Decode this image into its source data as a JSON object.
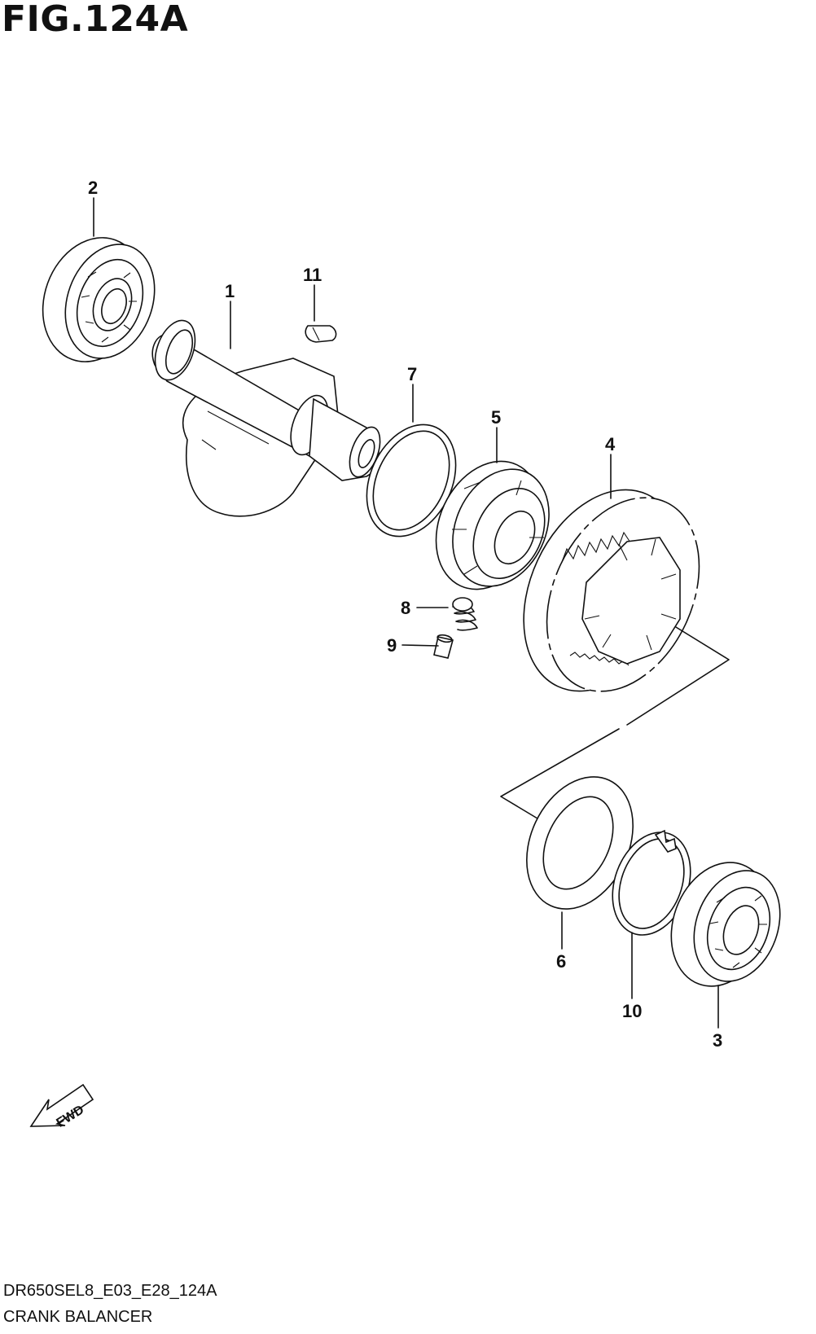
{
  "figure": {
    "title": "FIG.124A",
    "code": "DR650SEL8_E03_E28_124A",
    "name": "CRANK BALANCER"
  },
  "callouts": [
    {
      "id": "1",
      "label": "1"
    },
    {
      "id": "2",
      "label": "2"
    },
    {
      "id": "3",
      "label": "3"
    },
    {
      "id": "4",
      "label": "4"
    },
    {
      "id": "5",
      "label": "5"
    },
    {
      "id": "6",
      "label": "6"
    },
    {
      "id": "7",
      "label": "7"
    },
    {
      "id": "8",
      "label": "8"
    },
    {
      "id": "9",
      "label": "9"
    },
    {
      "id": "10",
      "label": "10"
    },
    {
      "id": "11",
      "label": "11"
    }
  ],
  "fwd_arrow": {
    "label": "FWD"
  },
  "colors": {
    "line": "#111111",
    "background": "#ffffff"
  }
}
